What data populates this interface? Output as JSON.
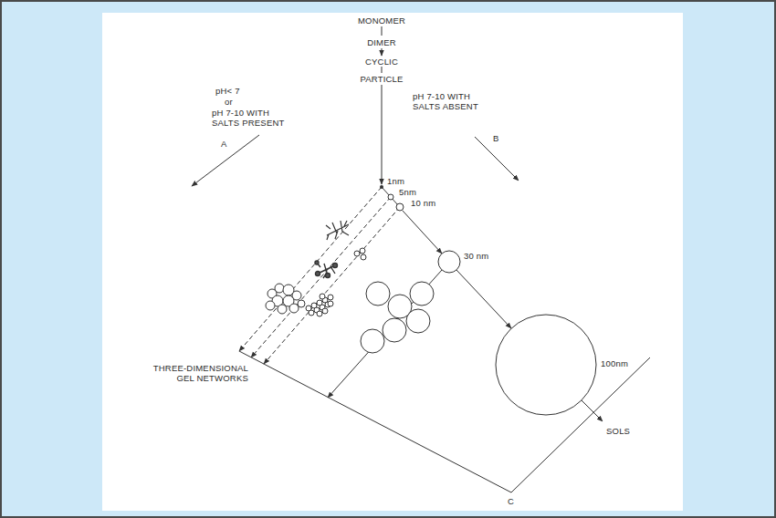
{
  "diagram": {
    "labels": [
      "MONOMER",
      "DIMER",
      "CYCLIC",
      "PARTICLE",
      "pH< 7",
      "or",
      "pH 7-10 WITH SALTS PRESENT",
      "A",
      "1nm",
      "5nm",
      "pH 7-10 WITH SALTS ABSENT",
      "B",
      "10 nm",
      "30 nm",
      "100nm",
      "THREE-DIMENSIONAL GEL NETWORKS",
      "SOLS",
      "C"
    ]
  }
}
